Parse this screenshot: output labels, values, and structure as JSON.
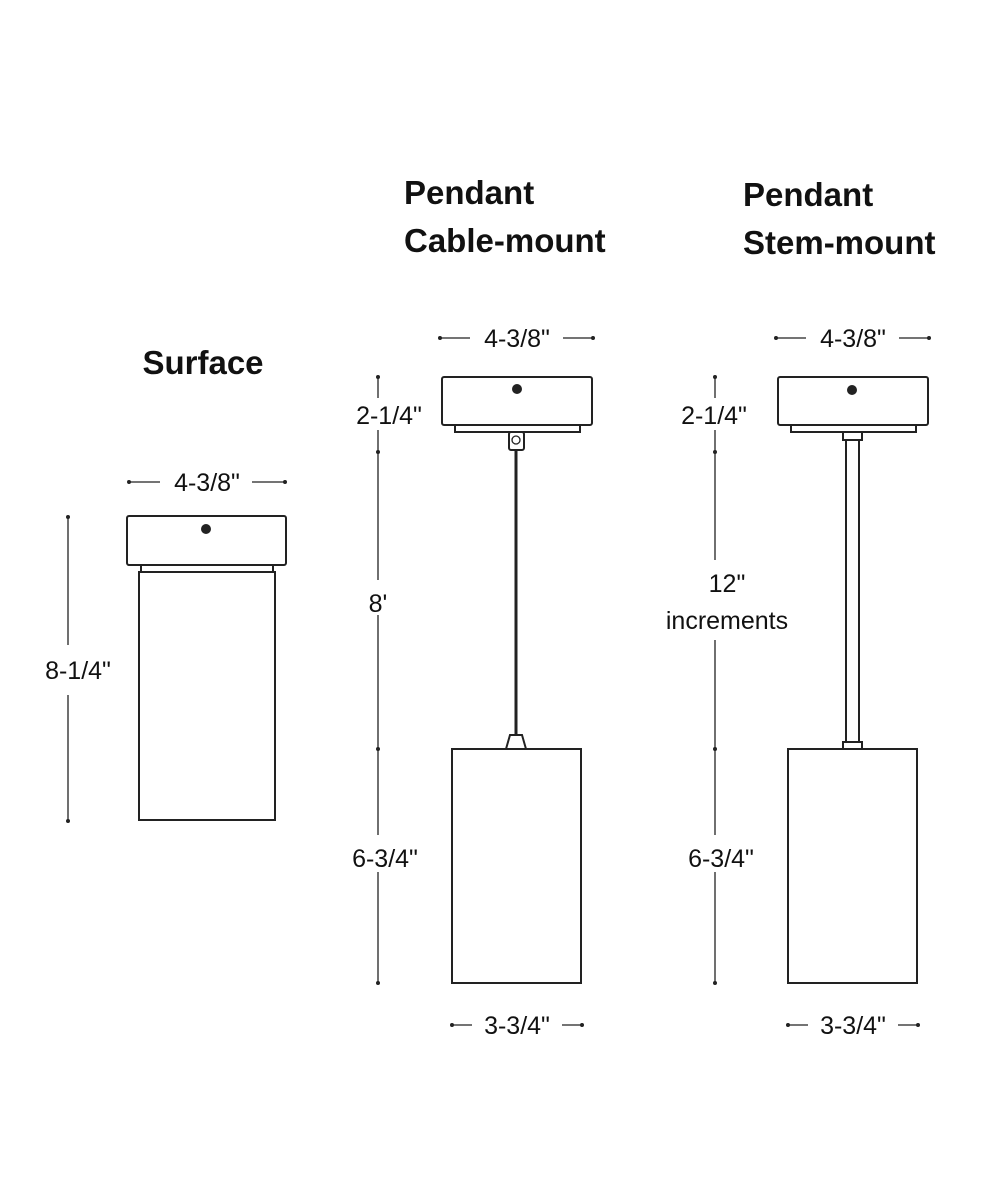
{
  "diagram": {
    "surface": {
      "title": "Surface",
      "canopy_width": "4-3/8\"",
      "overall_height": "8-1/4\""
    },
    "cable_mount": {
      "title_line1": "Pendant",
      "title_line2": "Cable-mount",
      "canopy_width": "4-3/8\"",
      "canopy_height": "2-1/4\"",
      "cable_length": "8'",
      "body_height": "6-3/4\"",
      "body_width": "3-3/4\""
    },
    "stem_mount": {
      "title_line1": "Pendant",
      "title_line2": "Stem-mount",
      "canopy_width": "4-3/8\"",
      "canopy_height": "2-1/4\"",
      "stem_length_line1": "12\"",
      "stem_length_line2": "increments",
      "body_height": "6-3/4\"",
      "body_width": "3-3/4\""
    }
  }
}
